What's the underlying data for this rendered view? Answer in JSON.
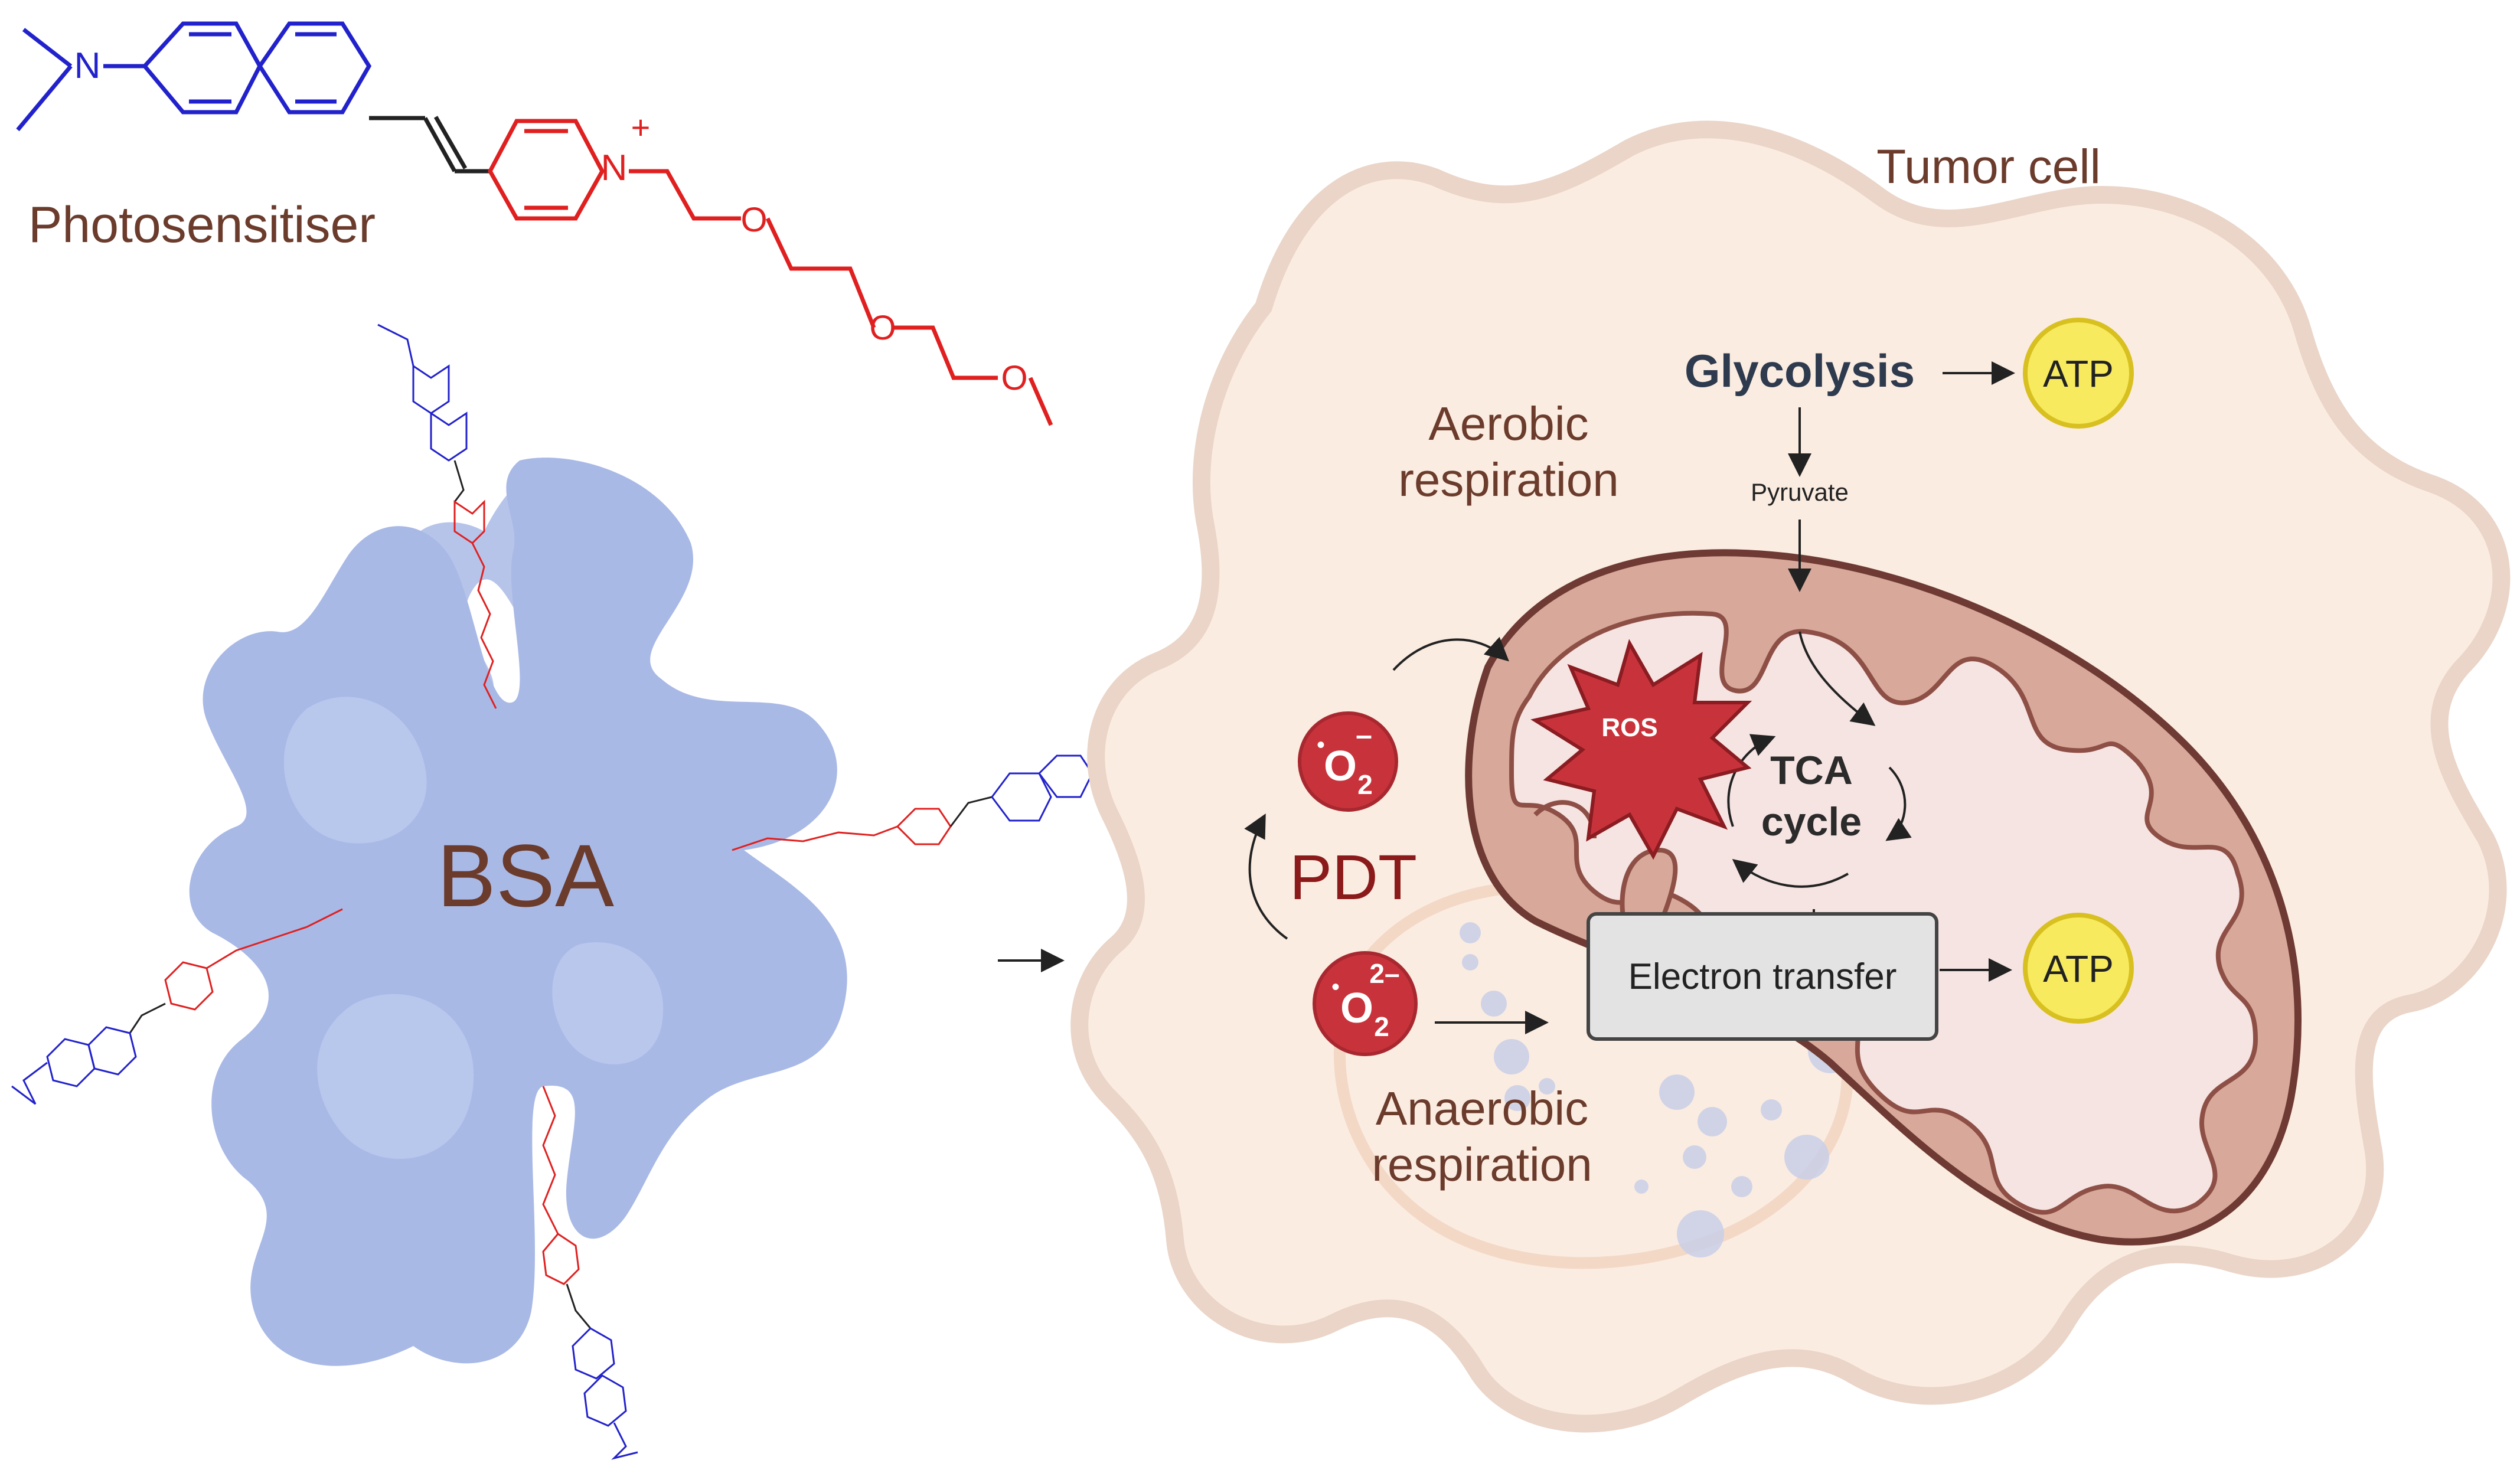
{
  "labels": {
    "photosensitiser": "Photosensitiser",
    "bsa": "BSA",
    "tumor_cell": "Tumor cell",
    "glycolysis": "Glycolysis",
    "atp_top": "ATP",
    "atp_bottom": "ATP",
    "pyruvate": "Pyruvate",
    "aerobic_line1": "Aerobic",
    "aerobic_line2": "respiration",
    "anaerobic_line1": "Anaerobic",
    "anaerobic_line2": "respiration",
    "ros": "ROS",
    "tca_line1": "TCA",
    "tca_line2": "cycle",
    "pdt": "PDT",
    "electron_transfer": "Electron transfer",
    "superoxide_symbol": "O",
    "superoxide_sub": "2",
    "superoxide_charge": "–",
    "peroxide_symbol": "O",
    "peroxide_sub": "2",
    "peroxide_charge": "2–",
    "radical_dot": "•",
    "nitrogen": "N",
    "oxygen": "O",
    "plus": "+"
  },
  "colors": {
    "label_brown": "#6b3b2c",
    "pdt_red": "#8b1a1a",
    "donor_blue": "#2222cc",
    "acceptor_red": "#e02020",
    "bsa_blue": "#a9b9e6",
    "cell_fill": "#fbece1",
    "mito_outer": "#6e3a33",
    "ros_red": "#c8333b",
    "atp_yellow": "#f7ea5e"
  }
}
